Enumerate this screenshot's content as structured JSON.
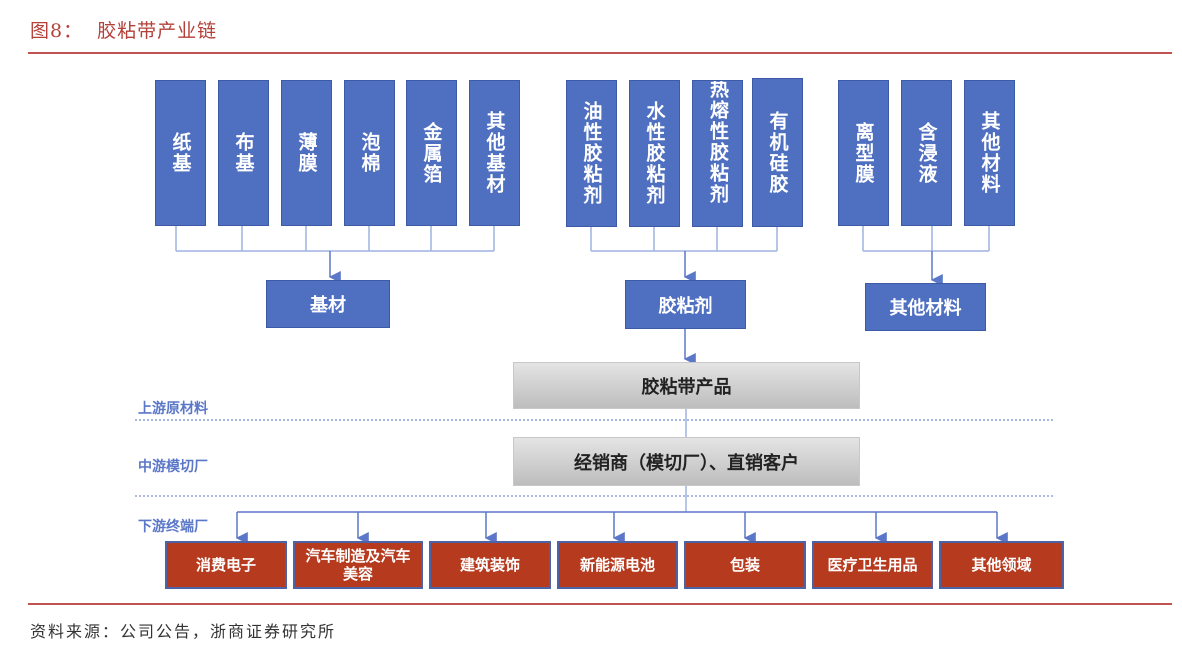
{
  "figure": {
    "title": "图8：  胶粘带产业链",
    "source": "资料来源：公司公告，浙商证券研究所"
  },
  "upstream": {
    "substrates": {
      "items": [
        "纸基",
        "布基",
        "薄膜",
        "泡棉",
        "金属箔",
        "其他基材"
      ],
      "summary": "基材"
    },
    "adhesives": {
      "items": [
        "油性胶粘剂",
        "水性胶粘剂",
        "热熔性胶粘剂",
        "有机硅胶"
      ],
      "summary": "胶粘剂"
    },
    "other_materials": {
      "items": [
        "离型膜",
        "含浸液",
        "其他材料"
      ],
      "summary": "其他材料"
    }
  },
  "product": "胶粘带产品",
  "midstream_box": "经销商（模切厂）、直销客户",
  "stages": {
    "upstream": "上游原材料",
    "midstream": "中游模切厂",
    "downstream": "下游终端厂"
  },
  "downstream": {
    "items": [
      "消费电子",
      "汽车制造及汽车美容",
      "建筑装饰",
      "新能源电池",
      "包装",
      "医疗卫生用品",
      "其他领域"
    ]
  },
  "colors": {
    "title_red": "#b4403a",
    "box_blue": "#4f6fc0",
    "box_red": "#b53a1e",
    "box_gray": "#cfcfcf",
    "connector": "#5b77c8",
    "stage_label": "#5b77c8"
  }
}
